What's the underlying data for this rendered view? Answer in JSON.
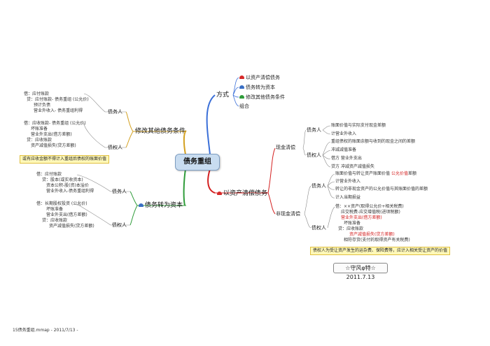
{
  "central": "债务重组",
  "methods": {
    "title": "方式",
    "items": [
      "以资产清偿债务",
      "债务转为资本",
      "修改其他债务条件",
      "组合"
    ],
    "icons": [
      "red",
      "blue",
      "green",
      "none"
    ]
  },
  "asset": {
    "title": "以资产清偿债务",
    "cash": {
      "label": "现金清偿",
      "debtor_label": "债务人",
      "debtor": [
        "账面价值与实际支付现金差额",
        "计营业外收入"
      ],
      "creditor_label": "债权人",
      "creditor": [
        "重组债权的账面余额与收到的现金之间的差额",
        "冲减减值准备",
        "借方 营业外支出",
        "贷方 冲减资产减值损失"
      ]
    },
    "noncash": {
      "label": "非现金清偿",
      "debtor_label": "债务人",
      "debtor_prefix": "账面价值与转让资产账面价值",
      "debtor_highlight": "公允价值",
      "debtor_suffix": "差额",
      "debtor": [
        "计营业外收入",
        "转让的非现金资产的公允价值与其账面价值的差额",
        "计入当期损益"
      ],
      "creditor_label": "债权人",
      "creditor": [
        "借：××资产(取得公允价+相关税费)",
        "应交税费-应交增值税(进项税额)",
        "营业外支出(借方差额)",
        "坏账准备",
        "贷：应收账款",
        "资产减值损失(贷方差额)",
        "相符存货(支付的取得资产有关税费)"
      ],
      "creditor_red": [
        false,
        false,
        true,
        false,
        false,
        true,
        false
      ],
      "note": "债权人为受让资产发生的运杂费、保险费等，应计入相关受让资产的价值"
    }
  },
  "modify": {
    "title": "修改其他债务条件",
    "debtor_label": "债务人",
    "debtor": [
      "借：应付账款",
      "贷：应付账款- 债务重组 (公允价)",
      "预计负债",
      "营业外收入- 债务重组利得"
    ],
    "creditor_label": "债权人",
    "creditor": [
      "借：应收账款- 债务重组 (公允价)",
      "坏账准备",
      "营业外支出(借方差额)",
      "贷：应收账款",
      "资产减值损失(贷方差额)"
    ],
    "note": "或有应收金额不得计入重组后债权的账面价值"
  },
  "capital": {
    "title": "债务转为资本",
    "debtor_label": "债务人",
    "debtor": [
      "借：应付账款",
      "贷：股本(或实收资本)",
      "资本公积-股(资)本溢价",
      "营业外收入-债务重组利得"
    ],
    "creditor_label": "债权人",
    "creditor": [
      "借：长期股权投资 (公允价)",
      "坏账准备",
      "营业外支出(借方差额)",
      "贷：应收账款",
      "资产减值损失(贷方差额)"
    ]
  },
  "signature": "☆守风φ特☆  2011.7.13",
  "footer": "15债务重组.mmap - 2011/7/13 -"
}
